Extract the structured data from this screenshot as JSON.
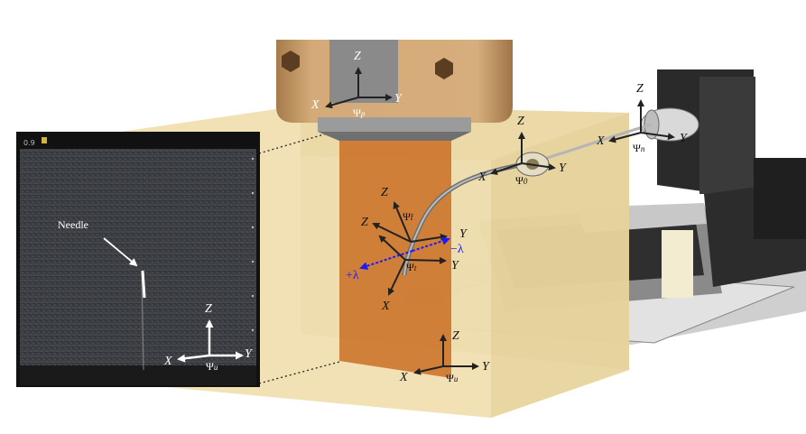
{
  "ultrasound_view": {
    "needle_label": "Needle",
    "top_readout": "0.9",
    "frame": {
      "z": "Z",
      "x": "X",
      "y": "Y",
      "psi": "Ψ",
      "psi_sub": "u"
    }
  },
  "probe_frame": {
    "z": "Z",
    "x": "X",
    "y": "Y",
    "psi": "Ψ",
    "psi_sub": "p"
  },
  "base_frame": {
    "z": "Z",
    "x": "X",
    "y": "Y",
    "psi": "Ψ",
    "psi_sub": "0"
  },
  "needle_base_frame": {
    "z": "Z",
    "x": "X",
    "y": "Y",
    "psi": "Ψ",
    "psi_sub": "n"
  },
  "tip_frame": {
    "z": "Z",
    "y": "Y",
    "psi": "Ψ",
    "psi_sub": "t̂"
  },
  "projected_tip_frame": {
    "z": "Z",
    "x": "X",
    "y": "Y",
    "psi": "Ψ",
    "psi_sub": "t"
  },
  "image_plane_frame": {
    "z": "Z",
    "x": "X",
    "y": "Y",
    "psi": "Ψ",
    "psi_sub": "u"
  },
  "lambda": {
    "minus": "−λ",
    "plus": "+λ"
  },
  "colors": {
    "phantom": "#efdca8",
    "image_plane": "#c96a1e",
    "lambda_arrow": "#1a1aff",
    "axis_arrow": "#222222",
    "ultrasound_bg": "#3a3d42"
  }
}
